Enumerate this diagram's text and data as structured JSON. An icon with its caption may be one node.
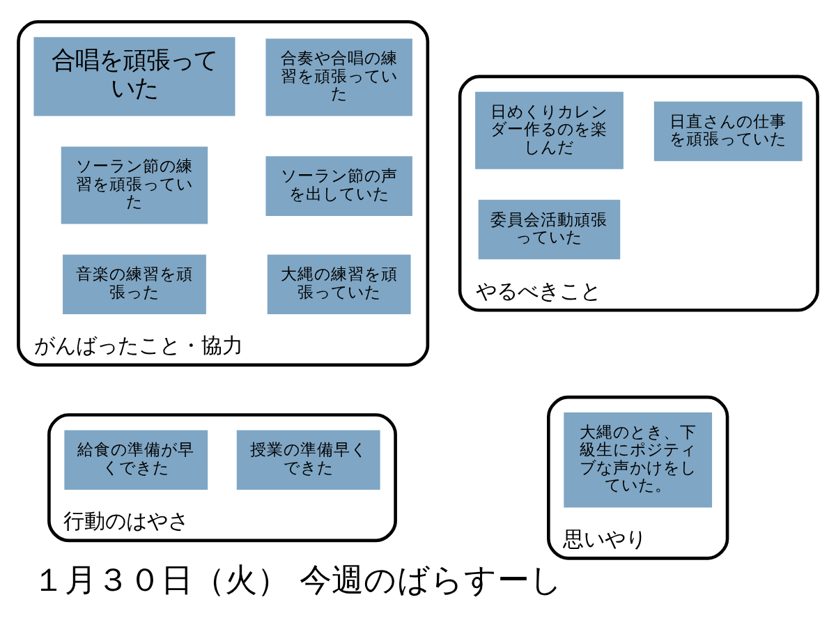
{
  "diagram": {
    "title": "１月３０日（火） 今週のばらすーし",
    "nodes": [
      {
        "text": [
          "やるべきこと"
        ]
      },
      {
        "text": [
          "委員会活動頑張っていた"
        ],
        "in": 0
      },
      {
        "text": [
          "日めくりカレンダー作るのを楽しんだ"
        ],
        "in": 0
      },
      {
        "text": [
          "日直さんの仕事を頑張っていた"
        ],
        "in": 0
      },
      {
        "text": [
          "がんばったこと・協力"
        ]
      },
      {
        "text": [
          "音楽の練習を頑張った"
        ],
        "in": 4
      },
      {
        "text": [
          "合奏や合唱の練習を頑張っていた"
        ],
        "in": 4
      },
      {
        "text": [
          "合唱を頑張っていた"
        ],
        "in": 4
      },
      {
        "text": [
          "大縄の練習を頑張っていた"
        ],
        "in": 4
      },
      {
        "text": [
          "ソーラン節の声を出していた"
        ],
        "in": 4
      },
      {
        "text": [
          "ソーラン節の練習を頑張っていた"
        ],
        "in": 4
      },
      {
        "text": [
          "思いやり"
        ]
      },
      {
        "text": [
          "大縄のとき、下級生にポジティブな声かけをしていた。"
        ],
        "in": 11
      },
      {
        "text": [
          "行動のはやさ"
        ]
      },
      {
        "text": [
          "給食の準備が早くできた"
        ],
        "in": 13
      },
      {
        "text": [
          "授業の準備早くできた"
        ],
        "in": 13
      }
    ],
    "edges": []
  }
}
